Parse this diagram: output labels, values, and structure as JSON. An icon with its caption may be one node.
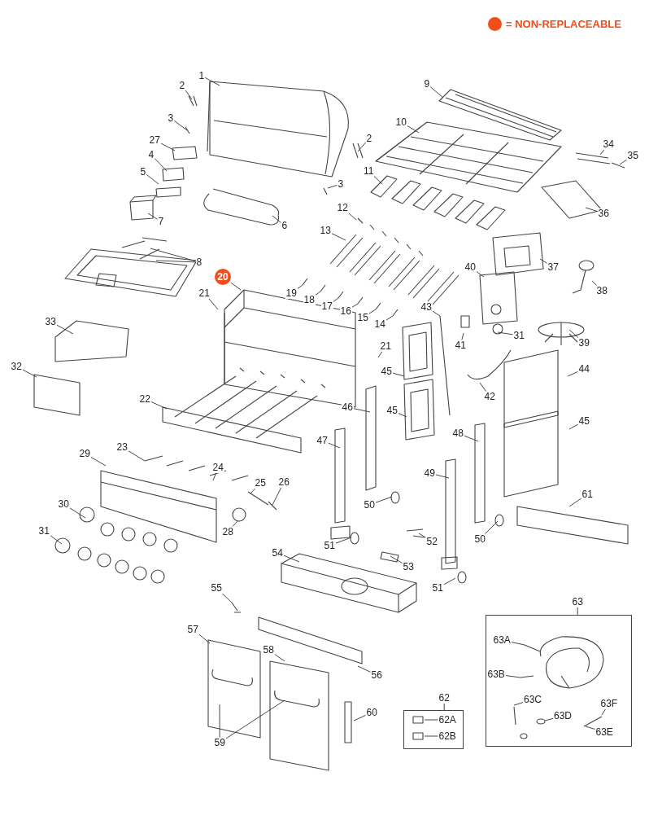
{
  "diagram": {
    "nodes": [
      {
        "text": [
          "1"
        ]
      },
      {
        "text": [
          "2"
        ]
      },
      {
        "text": [
          "3"
        ]
      },
      {
        "text": [
          "27"
        ]
      },
      {
        "text": [
          "4"
        ]
      },
      {
        "text": [
          "5"
        ]
      },
      {
        "text": [
          "7"
        ]
      },
      {
        "text": [
          "6"
        ]
      },
      {
        "text": [
          "9"
        ]
      },
      {
        "text": [
          "10"
        ]
      },
      {
        "text": [
          "2"
        ]
      },
      {
        "text": [
          "34"
        ]
      },
      {
        "text": [
          "35"
        ]
      },
      {
        "text": [
          "11"
        ]
      },
      {
        "text": [
          "3"
        ]
      },
      {
        "text": [
          "12"
        ]
      },
      {
        "text": [
          "36"
        ]
      },
      {
        "text": [
          "13"
        ]
      },
      {
        "text": [
          "8"
        ]
      },
      {
        "text": [
          "40"
        ]
      },
      {
        "text": [
          "37"
        ]
      },
      {
        "text": [
          "20"
        ]
      },
      {
        "text": [
          "38"
        ]
      },
      {
        "text": [
          "21"
        ]
      },
      {
        "text": [
          "19"
        ]
      },
      {
        "text": [
          "18"
        ]
      },
      {
        "text": [
          "17"
        ]
      },
      {
        "text": [
          "43"
        ]
      },
      {
        "text": [
          "16"
        ]
      },
      {
        "text": [
          "15"
        ]
      },
      {
        "text": [
          "33"
        ]
      },
      {
        "text": [
          "14"
        ]
      },
      {
        "text": [
          "31"
        ]
      },
      {
        "text": [
          "39"
        ]
      },
      {
        "text": [
          "41"
        ]
      },
      {
        "text": [
          "21"
        ]
      },
      {
        "text": [
          "32"
        ]
      },
      {
        "text": [
          "44"
        ]
      },
      {
        "text": [
          "45"
        ]
      },
      {
        "text": [
          "42"
        ]
      },
      {
        "text": [
          "22"
        ]
      },
      {
        "text": [
          "46"
        ]
      },
      {
        "text": [
          "45"
        ]
      },
      {
        "text": [
          "45"
        ]
      },
      {
        "text": [
          "48"
        ]
      },
      {
        "text": [
          "47"
        ]
      },
      {
        "text": [
          "23"
        ]
      },
      {
        "text": [
          "29"
        ]
      },
      {
        "text": [
          "24"
        ]
      },
      {
        "text": [
          "49"
        ]
      },
      {
        "text": [
          "26"
        ]
      },
      {
        "text": [
          "25"
        ]
      },
      {
        "text": [
          "61"
        ]
      },
      {
        "text": [
          "30"
        ]
      },
      {
        "text": [
          "50"
        ]
      },
      {
        "text": [
          "31"
        ]
      },
      {
        "text": [
          "28"
        ]
      },
      {
        "text": [
          "50"
        ]
      },
      {
        "text": [
          "52"
        ]
      },
      {
        "text": [
          "51"
        ]
      },
      {
        "text": [
          "54"
        ]
      },
      {
        "text": [
          "53"
        ]
      },
      {
        "text": [
          "51"
        ]
      },
      {
        "text": [
          "55"
        ]
      },
      {
        "text": [
          "63"
        ]
      },
      {
        "text": [],
        "shape": "box"
      },
      {
        "text": [
          "63A"
        ],
        "in": 65
      },
      {
        "text": [
          "63B"
        ],
        "in": 65
      },
      {
        "text": [
          "63C"
        ],
        "in": 65
      },
      {
        "text": [
          "63F"
        ],
        "in": 65
      },
      {
        "text": [
          "63D"
        ],
        "in": 65
      },
      {
        "text": [
          "63E"
        ],
        "in": 65
      },
      {
        "text": [
          "57"
        ]
      },
      {
        "text": [
          "58"
        ]
      },
      {
        "text": [
          "56"
        ]
      },
      {
        "text": [
          "62"
        ]
      },
      {
        "text": [],
        "shape": "box"
      },
      {
        "text": [
          "62A"
        ],
        "in": 76
      },
      {
        "text": [
          "62B"
        ],
        "in": 76
      },
      {
        "text": [
          "60"
        ]
      },
      {
        "text": [
          "59"
        ]
      }
    ],
    "edges": [
      {
        "from": 0,
        "to": null,
        "arrow": "none"
      },
      {
        "from": 1,
        "to": null,
        "arrow": "none"
      },
      {
        "from": 2,
        "to": null,
        "arrow": "none"
      },
      {
        "from": 3,
        "to": null,
        "arrow": "none"
      },
      {
        "from": 4,
        "to": null,
        "arrow": "none"
      },
      {
        "from": 5,
        "to": null,
        "arrow": "none"
      },
      {
        "from": 6,
        "to": null,
        "arrow": "none"
      },
      {
        "from": 7,
        "to": null,
        "arrow": "none"
      },
      {
        "from": 8,
        "to": null,
        "arrow": "none"
      },
      {
        "from": 9,
        "to": null,
        "arrow": "none"
      },
      {
        "from": 10,
        "to": null,
        "arrow": "none"
      },
      {
        "from": 11,
        "to": null,
        "arrow": "none"
      },
      {
        "from": 12,
        "to": null,
        "arrow": "none"
      },
      {
        "from": 13,
        "to": null,
        "arrow": "none"
      },
      {
        "from": 14,
        "to": null,
        "arrow": "none"
      },
      {
        "from": 15,
        "to": null,
        "arrow": "none"
      },
      {
        "from": 16,
        "to": null,
        "arrow": "none"
      },
      {
        "from": 17,
        "to": null,
        "arrow": "none"
      },
      {
        "from": 18,
        "to": null,
        "arrow": "none"
      },
      {
        "from": 18,
        "to": null,
        "arrow": "none"
      },
      {
        "from": 19,
        "to": null,
        "arrow": "none"
      },
      {
        "from": 20,
        "to": null,
        "arrow": "none"
      },
      {
        "from": 21,
        "to": null,
        "arrow": "none"
      },
      {
        "from": 22,
        "to": null,
        "arrow": "none"
      },
      {
        "from": 23,
        "to": null,
        "arrow": "none"
      },
      {
        "from": 24,
        "to": null,
        "arrow": "none"
      },
      {
        "from": 25,
        "to": null,
        "arrow": "none"
      },
      {
        "from": 26,
        "to": null,
        "arrow": "none"
      },
      {
        "from": 27,
        "to": null,
        "arrow": "none"
      },
      {
        "from": 28,
        "to": null,
        "arrow": "none"
      },
      {
        "from": 29,
        "to": null,
        "arrow": "none"
      },
      {
        "from": 30,
        "to": null,
        "arrow": "none"
      },
      {
        "from": 31,
        "to": null,
        "arrow": "none"
      },
      {
        "from": 32,
        "to": null,
        "arrow": "none"
      },
      {
        "from": 33,
        "to": null,
        "arrow": "none"
      },
      {
        "from": 34,
        "to": null,
        "arrow": "none"
      },
      {
        "from": 35,
        "to": null,
        "arrow": "none"
      },
      {
        "from": 36,
        "to": null,
        "arrow": "none"
      },
      {
        "from": 37,
        "to": null,
        "arrow": "none"
      },
      {
        "from": 38,
        "to": null,
        "arrow": "none"
      },
      {
        "from": 39,
        "to": null,
        "arrow": "none"
      },
      {
        "from": 40,
        "to": null,
        "arrow": "none"
      },
      {
        "from": 41,
        "to": null,
        "arrow": "none"
      },
      {
        "from": 42,
        "to": null,
        "arrow": "none"
      },
      {
        "from": 43,
        "to": null,
        "arrow": "none"
      },
      {
        "from": 44,
        "to": null,
        "arrow": "none"
      },
      {
        "from": 45,
        "to": null,
        "arrow": "none"
      },
      {
        "from": 46,
        "to": null,
        "arrow": "none"
      },
      {
        "from": 47,
        "to": null,
        "arrow": "none"
      },
      {
        "from": 48,
        "to": null,
        "arrow": "none"
      },
      {
        "from": 49,
        "to": null,
        "arrow": "none"
      },
      {
        "from": 50,
        "to": null,
        "arrow": "none"
      },
      {
        "from": 51,
        "to": null,
        "arrow": "none"
      },
      {
        "from": 52,
        "to": null,
        "arrow": "none"
      },
      {
        "from": 53,
        "to": null,
        "arrow": "none"
      },
      {
        "from": 54,
        "to": null,
        "arrow": "none"
      },
      {
        "from": 55,
        "to": null,
        "arrow": "none"
      },
      {
        "from": 56,
        "to": null,
        "arrow": "none"
      },
      {
        "from": 57,
        "to": null,
        "arrow": "none"
      },
      {
        "from": 58,
        "to": null,
        "arrow": "none"
      },
      {
        "from": 59,
        "to": null,
        "arrow": "none"
      },
      {
        "from": 60,
        "to": null,
        "arrow": "none"
      },
      {
        "from": 61,
        "to": null,
        "arrow": "none"
      },
      {
        "from": 62,
        "to": null,
        "arrow": "none"
      },
      {
        "from": 63,
        "to": null,
        "arrow": "none"
      },
      {
        "from": 64,
        "to": 65,
        "arrow": "none"
      },
      {
        "from": 66,
        "to": null,
        "arrow": "none"
      },
      {
        "from": 67,
        "to": null,
        "arrow": "none"
      },
      {
        "from": 68,
        "to": null,
        "arrow": "none"
      },
      {
        "from": 69,
        "to": null,
        "arrow": "none"
      },
      {
        "from": 70,
        "to": null,
        "arrow": "none"
      },
      {
        "from": 71,
        "to": null,
        "arrow": "none"
      },
      {
        "from": 72,
        "to": null,
        "arrow": "none"
      },
      {
        "from": 73,
        "to": null,
        "arrow": "none"
      },
      {
        "from": 74,
        "to": null,
        "arrow": "none"
      },
      {
        "from": 75,
        "to": 76,
        "arrow": "none"
      },
      {
        "from": 77,
        "to": null,
        "arrow": "none"
      },
      {
        "from": 78,
        "to": null,
        "arrow": "none"
      },
      {
        "from": 79,
        "to": null,
        "arrow": "none"
      },
      {
        "from": 80,
        "to": null,
        "arrow": "none"
      },
      {
        "from": 80,
        "to": null,
        "arrow": "none"
      }
    ],
    "legend": [
      {
        "text": "= NON-REPLACEABLE",
        "color": "#f04e1c"
      }
    ]
  }
}
